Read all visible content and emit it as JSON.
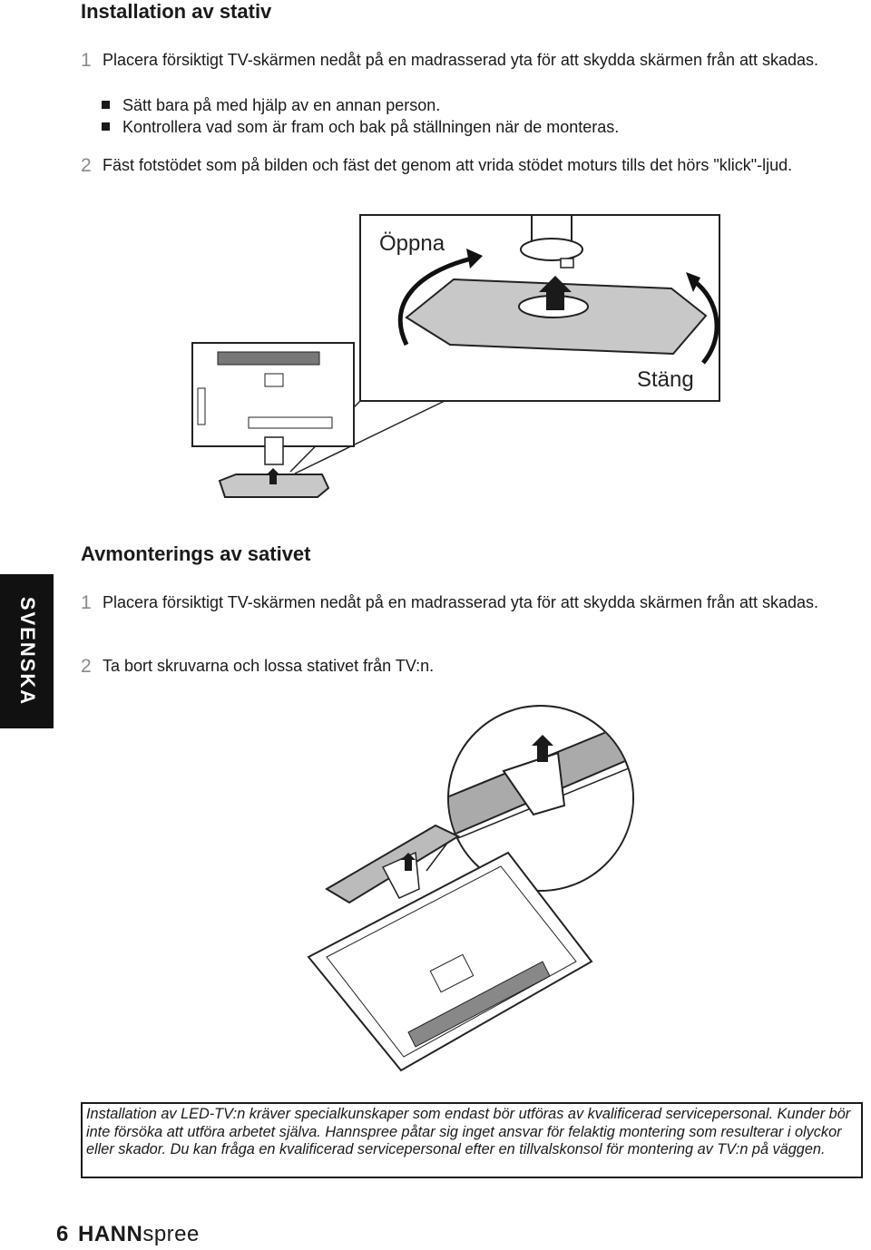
{
  "section1": {
    "title": "Installation av stativ",
    "steps": [
      {
        "num": "1",
        "text": "Placera försiktigt TV-skärmen nedåt på en madrasserad yta för att skydda skärmen från att skadas."
      },
      {
        "num": "2",
        "text": "Fäst fotstödet som på bilden och fäst det genom att vrida stödet moturs tills det hörs \"klick\"-ljud."
      }
    ],
    "bullets": [
      "Sätt bara på med hjälp av en annan person.",
      "Kontrollera vad som är fram och bak på ställningen när de monteras."
    ],
    "figure": {
      "open_label": "Öppna",
      "close_label": "Stäng"
    }
  },
  "section2": {
    "title": "Avmonterings av sativet",
    "steps": [
      {
        "num": "1",
        "text": "Placera försiktigt TV-skärmen nedåt på en madrasserad yta för att skydda skärmen från att skadas."
      },
      {
        "num": "2",
        "text": "Ta bort skruvarna och lossa stativet från TV:n."
      }
    ]
  },
  "side_tab": "SVENSKA",
  "note": "Installation av LED-TV:n kräver specialkunskaper som endast bör utföras av kvalificerad servicepersonal. Kunder bör inte försöka att utföra arbetet själva. Hannspree påtar sig inget ansvar för felaktig montering som resulterar i olyckor eller skador. Du kan fråga en kvalificerad servicepersonal efter en tillvalskonsol för montering av TV:n på väggen.",
  "footer": {
    "page_number": "6",
    "brand_bold": "HANN",
    "brand_light": "spree"
  }
}
